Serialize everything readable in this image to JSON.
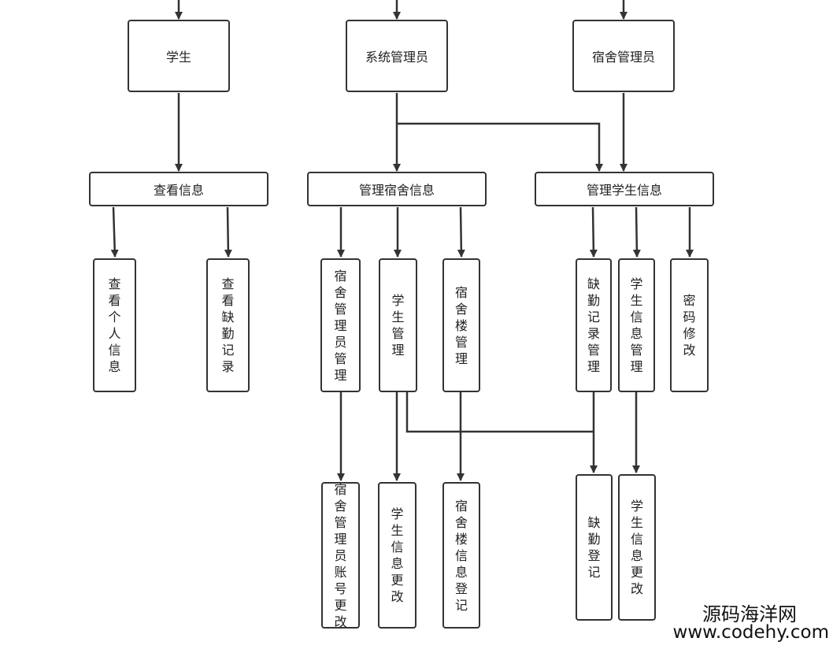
{
  "diagram": {
    "roles": {
      "student": "学生",
      "sysadmin": "系统管理员",
      "dormadmin": "宿舍管理员"
    },
    "functions": {
      "view_info": "查看信息",
      "manage_dorm_info": "管理宿舍信息",
      "manage_student_info": "管理学生信息"
    },
    "leaves": {
      "view_personal_info": "查看个人信息",
      "view_absence_record": "查看缺勤记录",
      "dorm_admin_mgmt": "宿舍管理员管理",
      "student_mgmt": "学生管理",
      "dorm_building_mgmt": "宿舍楼管理",
      "absence_record_mgmt": "缺勤记录管理",
      "student_info_mgmt": "学生信息管理",
      "password_change": "密码修改"
    },
    "subleaves": {
      "dorm_admin_account_change": "宿舍管理员账号更改",
      "student_info_change": "学生信息更改",
      "dorm_building_info_register": "宿舍楼信息登记",
      "absence_register": "缺勤登记",
      "student_info_change_2": "学生信息更改"
    }
  },
  "watermark": {
    "line1": "源码海洋网",
    "line2": "www.codehy.com"
  }
}
